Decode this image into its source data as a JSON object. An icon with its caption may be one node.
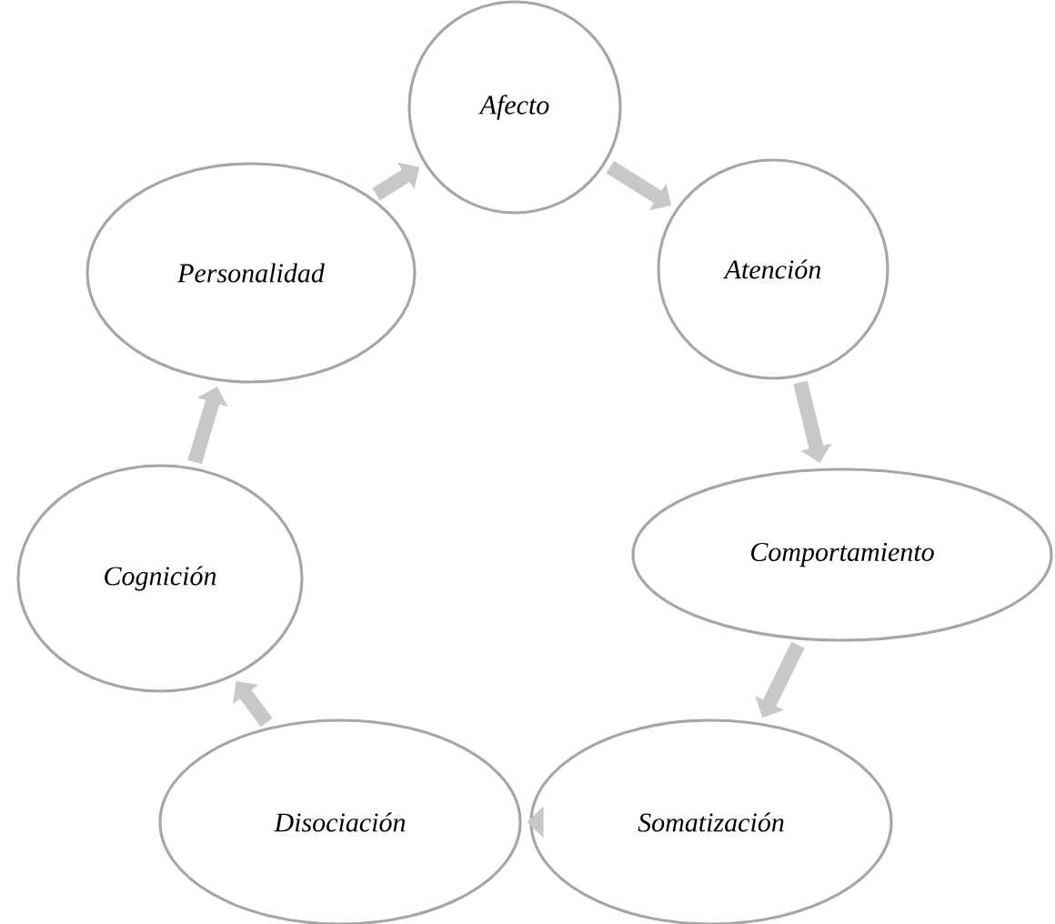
{
  "diagram": {
    "nodes": [
      {
        "text": [
          "Afecto"
        ]
      },
      {
        "text": [
          "Atención"
        ]
      },
      {
        "text": [
          "Comportamiento"
        ]
      },
      {
        "text": [
          "Somatización"
        ]
      },
      {
        "text": [
          "Disociación"
        ]
      },
      {
        "text": [
          "Cognición"
        ]
      },
      {
        "text": [
          "Personalidad"
        ]
      }
    ],
    "edges": [
      {
        "from": 0,
        "to": 1,
        "arrow": "to"
      },
      {
        "from": 1,
        "to": 2,
        "arrow": "to"
      },
      {
        "from": 2,
        "to": 3,
        "arrow": "to"
      },
      {
        "from": 3,
        "to": 4,
        "arrow": "to"
      },
      {
        "from": 4,
        "to": 5,
        "arrow": "to"
      },
      {
        "from": 5,
        "to": 6,
        "arrow": "to"
      },
      {
        "from": 6,
        "to": 0,
        "arrow": "to"
      }
    ]
  }
}
